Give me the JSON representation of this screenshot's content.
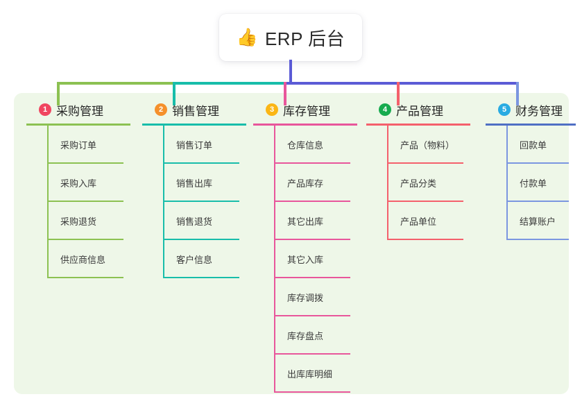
{
  "root": {
    "icon": "thumbs-up-icon",
    "emoji": "👍",
    "title": "ERP 后台"
  },
  "palette": {
    "panel_background": "#eef7e8",
    "page_background": "#ffffff",
    "connector_green": "#7cb342",
    "connector_teal": "#13b7a5",
    "connector_purple": "#5b5bd6",
    "connector_pink": "#e8569b",
    "connector_red": "#f4606c",
    "connector_blue": "#7b96e0"
  },
  "columns": [
    {
      "number": "1",
      "title": "采购管理",
      "badge_color": "#f0455f",
      "rule_color": "#8cc152",
      "line_color": "#8cc152",
      "items": [
        {
          "label": "采购订单"
        },
        {
          "label": "采购入库"
        },
        {
          "label": "采购退货"
        },
        {
          "label": "供应商信息"
        }
      ]
    },
    {
      "number": "2",
      "title": "销售管理",
      "badge_color": "#f5902b",
      "rule_color": "#18bdaa",
      "line_color": "#18bdaa",
      "items": [
        {
          "label": "销售订单"
        },
        {
          "label": "销售出库"
        },
        {
          "label": "销售退货"
        },
        {
          "label": "客户信息"
        }
      ]
    },
    {
      "number": "3",
      "title": "库存管理",
      "badge_color": "#fbb615",
      "rule_color": "#e8569b",
      "line_color": "#e8569b",
      "items": [
        {
          "label": "仓库信息"
        },
        {
          "label": "产品库存"
        },
        {
          "label": "其它出库"
        },
        {
          "label": "其它入库"
        },
        {
          "label": "库存调拨"
        },
        {
          "label": "库存盘点"
        },
        {
          "label": "出库库明细"
        }
      ]
    },
    {
      "number": "4",
      "title": "产品管理",
      "badge_color": "#17ab4f",
      "rule_color": "#f4606c",
      "line_color": "#f4606c",
      "items": [
        {
          "label": "产品（物料）"
        },
        {
          "label": "产品分类"
        },
        {
          "label": "产品单位"
        }
      ]
    },
    {
      "number": "5",
      "title": "财务管理",
      "badge_color": "#29abe2",
      "rule_color": "#4f6fc4",
      "line_color": "#7b96e0",
      "items": [
        {
          "label": "回款单"
        },
        {
          "label": "付款单"
        },
        {
          "label": "结算账户"
        }
      ]
    }
  ]
}
